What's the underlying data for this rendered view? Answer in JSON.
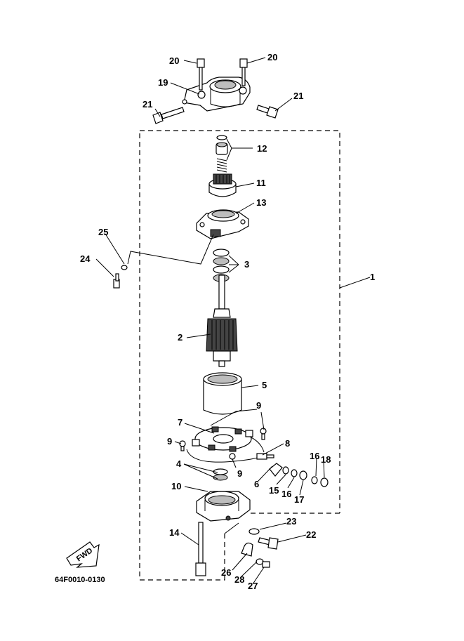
{
  "diagram_code": "64F0010-0130",
  "fwd_label": "FWD",
  "callouts": {
    "c1": "1",
    "c2": "2",
    "c3": "3",
    "c4": "4",
    "c5": "5",
    "c6": "6",
    "c7": "7",
    "c8": "8",
    "c9a": "9",
    "c9b": "9",
    "c9c": "9",
    "c10": "10",
    "c11": "11",
    "c12": "12",
    "c13": "13",
    "c14": "14",
    "c15": "15",
    "c16a": "16",
    "c16b": "16",
    "c17": "17",
    "c18": "18",
    "c19": "19",
    "c20a": "20",
    "c20b": "20",
    "c21a": "21",
    "c21b": "21",
    "c22": "22",
    "c23": "23",
    "c24": "24",
    "c25": "25",
    "c26": "26",
    "c27": "27",
    "c28": "28"
  }
}
